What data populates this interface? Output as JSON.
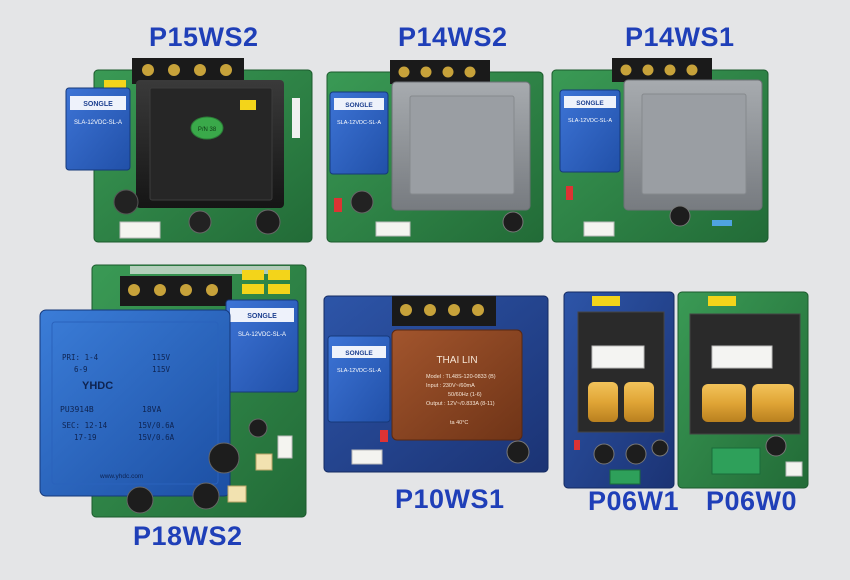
{
  "boards": [
    {
      "id": "p15ws2",
      "label": "P15WS2",
      "relay": {
        "brand": "SONGLE",
        "model": "SLA-12VDC-SL-A"
      },
      "badge": "P/N 38"
    },
    {
      "id": "p14ws2",
      "label": "P14WS2",
      "relay": {
        "brand": "SONGLE",
        "model": "SLA-12VDC-SL-A"
      }
    },
    {
      "id": "p14ws1",
      "label": "P14WS1",
      "relay": {
        "brand": "SONGLE",
        "model": "SLA-12VDC-SL-A"
      }
    },
    {
      "id": "p18ws2",
      "label": "P18WS2",
      "relay": {
        "brand": "SONGLE",
        "model": "SLA-12VDC-SL-A"
      },
      "transformer": {
        "pri1": "PRI: 1-4",
        "pri1v": "115V",
        "pri2": "6-9",
        "pri2v": "115V",
        "brand": "YHDC",
        "model": "PU3914B",
        "va": "18VA",
        "sec1": "SEC: 12-14",
        "sec1v": "15V/0.6A",
        "sec2": "17-19",
        "sec2v": "15V/0.6A",
        "site": "www.yhdc.com"
      }
    },
    {
      "id": "p10ws1",
      "label": "P10WS1",
      "relay": {
        "brand": "SONGLE",
        "model": "SLA-12VDC-SL-A"
      },
      "transformer": {
        "brand": "THAI LIN",
        "model": "Model : TL48S-120-0833 (B)",
        "input": "Input : 230V~/60mA",
        "freq": "50/60Hz (1-6)",
        "output": "Output : 12V~/0.833A (8-11)",
        "temp": "ta 40°C"
      }
    },
    {
      "id": "p06w1",
      "label": "P06W1"
    },
    {
      "id": "p06w0",
      "label": "P06W0"
    }
  ],
  "colors": {
    "label": "#1f3fb8",
    "pcb_green": "#2f8a45",
    "pcb_blue": "#23418a",
    "relay_blue": "#2f63c2",
    "core_gray": "#8e9296",
    "terminal": "#1a1a1a"
  }
}
